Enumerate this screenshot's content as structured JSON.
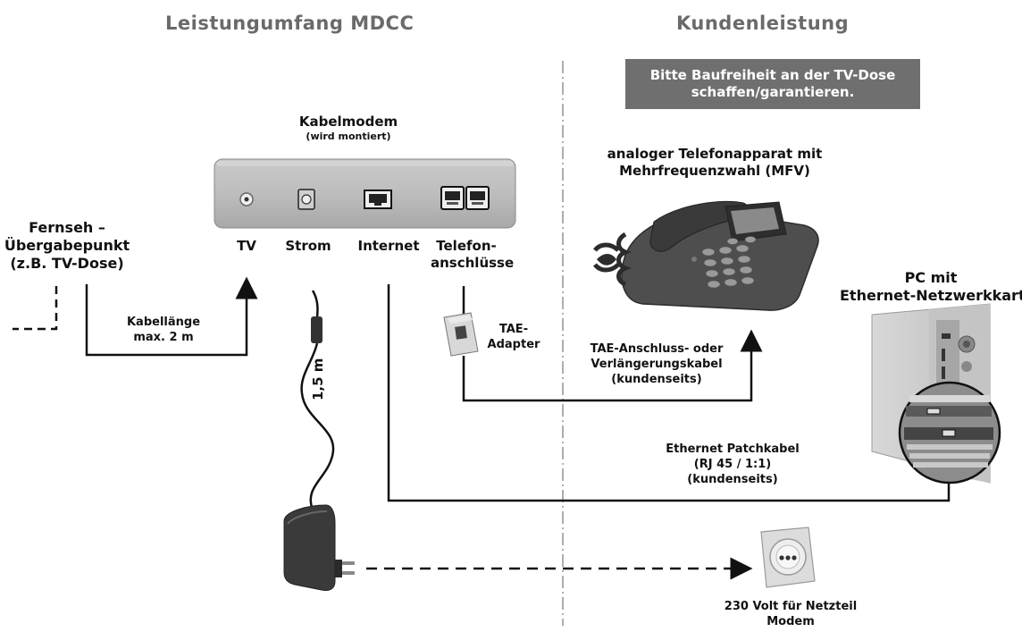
{
  "headers": {
    "left": "Leistungumfang MDCC",
    "right": "Kundenleistung"
  },
  "notice": {
    "line1": "Bitte Baufreiheit an der TV-Dose",
    "line2": "schaffen/garantieren."
  },
  "modem": {
    "title": "Kabelmodem",
    "subtitle": "(wird montiert)",
    "ports": {
      "tv": "TV",
      "strom": "Strom",
      "internet": "Internet",
      "telefon_line1": "Telefon-",
      "telefon_line2": "anschlüsse"
    }
  },
  "tv_point": {
    "line1": "Fernseh –",
    "line2": "Übergabepunkt",
    "line3": "(z.B. TV-Dose)"
  },
  "cable_length": {
    "line1": "Kabellänge",
    "line2": "max. 2 m"
  },
  "power_cable_length": "1,5 m",
  "tae_adapter": {
    "line1": "TAE-",
    "line2": "Adapter"
  },
  "phone": {
    "line1": "analoger Telefonapparat mit",
    "line2": "Mehrfrequenzwahl (MFV)"
  },
  "tae_cable": {
    "line1": "TAE-Anschluss- oder",
    "line2": "Verlängerungskabel",
    "line3": "(kundenseits)"
  },
  "pc": {
    "line1": "PC mit",
    "line2": "Ethernet-Netzwerkkarte"
  },
  "ethernet_cable": {
    "line1": "Ethernet Patchkabel",
    "line2": "(RJ 45 / 1:1)",
    "line3": "(kundenseits)"
  },
  "outlet": {
    "line1": "230 Volt für Netzteil",
    "line2": "Modem"
  }
}
